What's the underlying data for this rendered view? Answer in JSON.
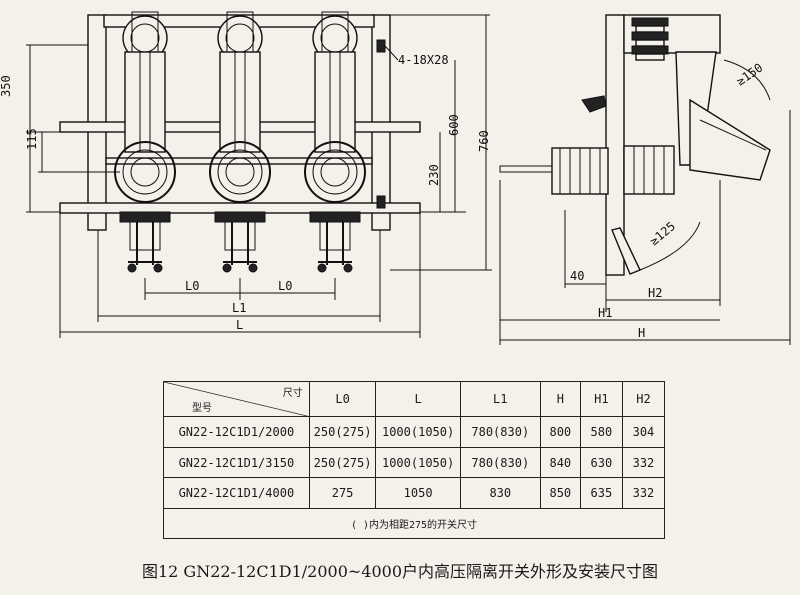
{
  "drawing": {
    "front_labels": {
      "dim_350": "350",
      "dim_115": "115",
      "dim_600": "600",
      "dim_760": "760",
      "dim_230": "230",
      "holes": "4-18X28",
      "L0_left": "L0",
      "L0_right": "L0",
      "L1": "L1",
      "L": "L"
    },
    "side_labels": {
      "angle_150": "≥150",
      "angle_125": "≥125",
      "dim_40": "40",
      "H2": "H2",
      "H1": "H1",
      "H": "H"
    }
  },
  "table": {
    "corner_top": "尺寸",
    "corner_bottom": "型号",
    "headers": [
      "L0",
      "L",
      "L1",
      "H",
      "H1",
      "H2"
    ],
    "rows": [
      {
        "model": "GN22-12C1D1/2000",
        "cells": [
          "250(275)",
          "1000(1050)",
          "780(830)",
          "800",
          "580",
          "304"
        ]
      },
      {
        "model": "GN22-12C1D1/3150",
        "cells": [
          "250(275)",
          "1000(1050)",
          "780(830)",
          "840",
          "630",
          "332"
        ]
      },
      {
        "model": "GN22-12C1D1/4000",
        "cells": [
          "275",
          "1050",
          "830",
          "850",
          "635",
          "332"
        ]
      }
    ],
    "note": "(   )内为相距275的开关尺寸"
  },
  "caption": "图12  GN22-12C1D1/2000~4000户内高压隔离开关外形及安装尺寸图"
}
